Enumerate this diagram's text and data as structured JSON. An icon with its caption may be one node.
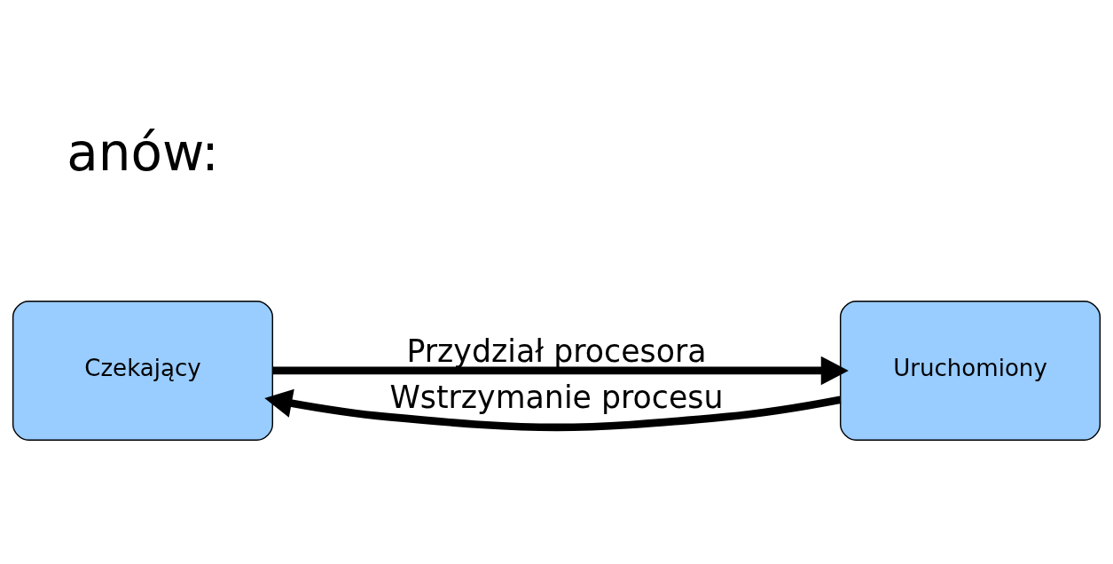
{
  "diagram": {
    "nodes": [
      {
        "text": [
          "Czekający"
        ]
      },
      {
        "text": [
          "Uruchomiony"
        ]
      }
    ],
    "edges": [
      {
        "from": 0,
        "to": 1,
        "arrow": "to",
        "label": "Przydział procesora"
      },
      {
        "from": 1,
        "to": 0,
        "arrow": "to",
        "label": "Wstrzymanie procesu"
      }
    ],
    "labels": [
      "anów:"
    ]
  }
}
